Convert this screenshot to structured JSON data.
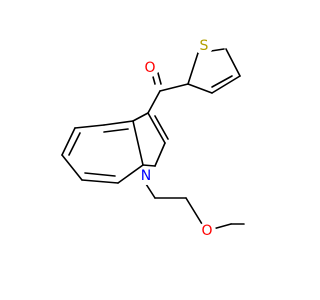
{
  "molecule": {
    "atoms": [
      {
        "element": "O",
        "color": "#ff0000"
      },
      {
        "element": "S",
        "color": "#b2a000"
      },
      {
        "element": "N",
        "color": "#0000ff"
      },
      {
        "element": "O",
        "color": "#ff0000"
      }
    ],
    "bond_color": "#000000"
  }
}
